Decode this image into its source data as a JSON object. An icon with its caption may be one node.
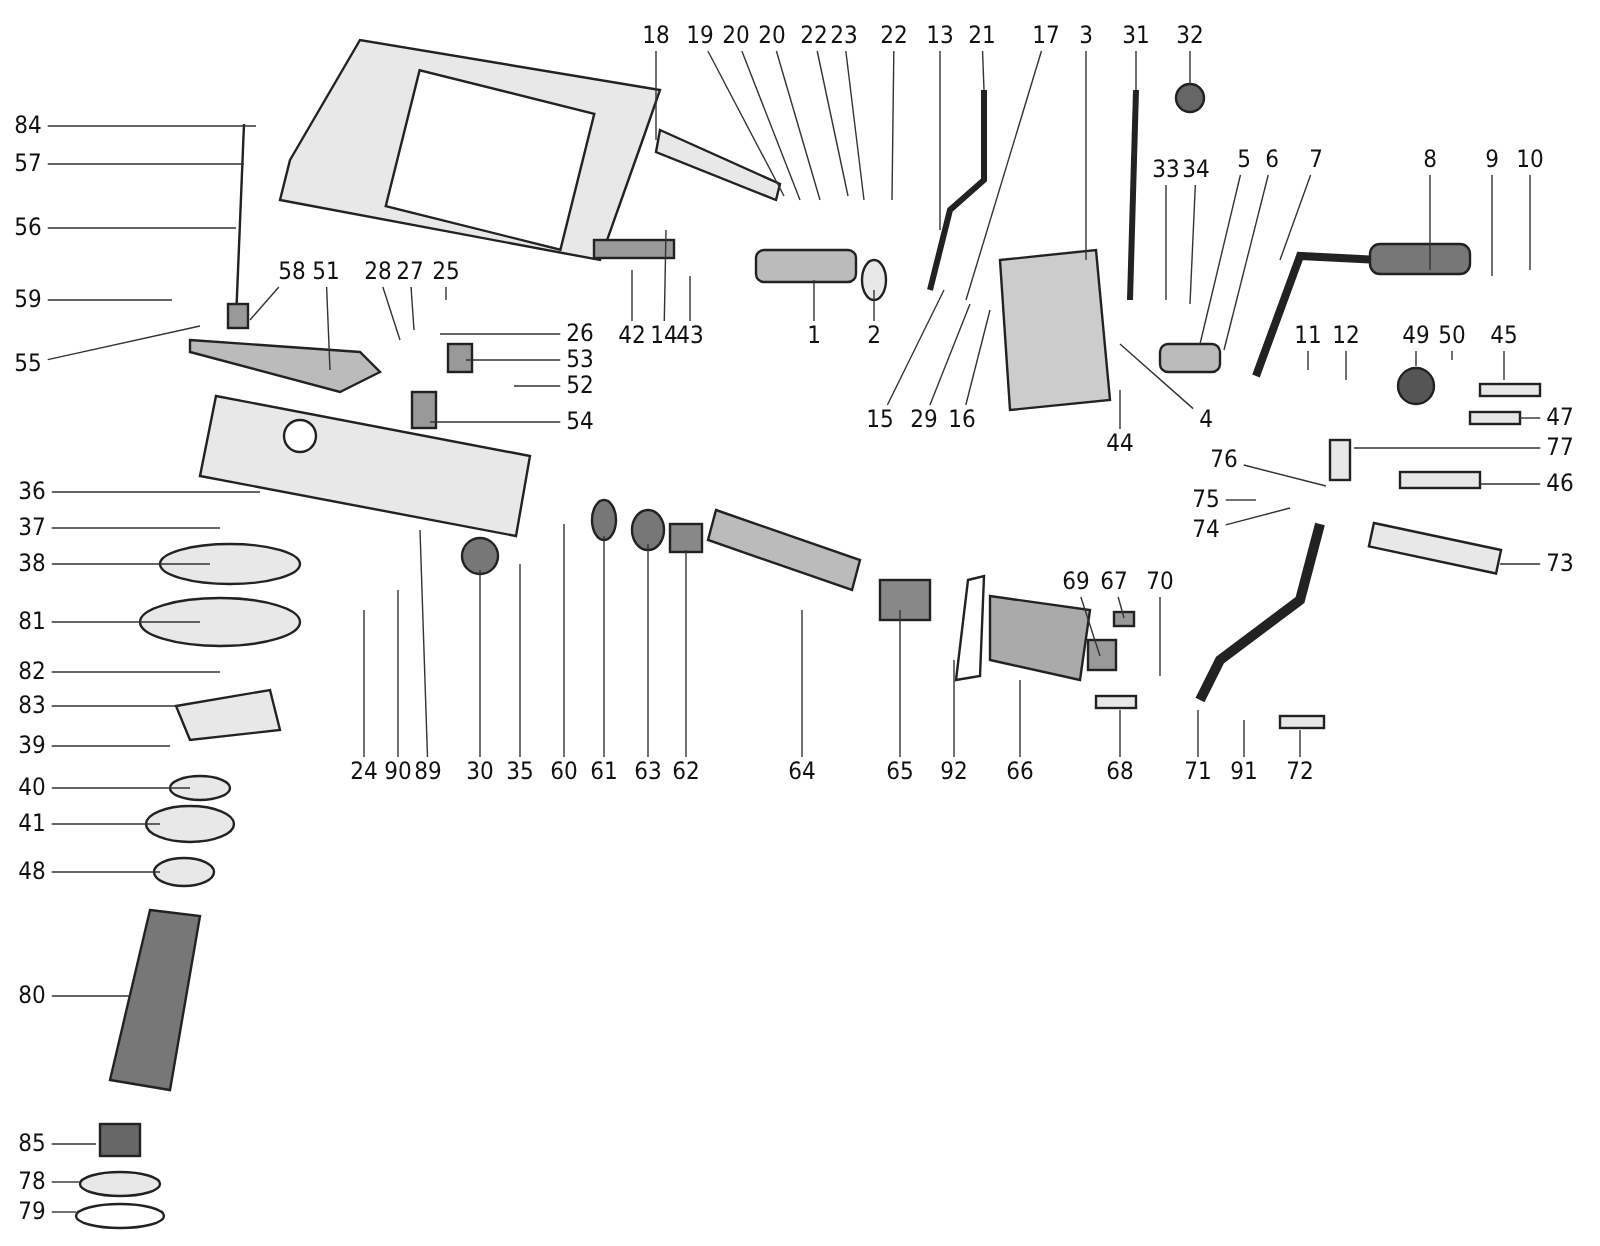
{
  "diagram": {
    "nodes": [
      {
        "text": [
          "18"
        ]
      },
      {
        "text": [
          "19"
        ]
      },
      {
        "text": [
          "20"
        ]
      },
      {
        "text": [
          "20"
        ]
      },
      {
        "text": [
          "22"
        ]
      },
      {
        "text": [
          "23"
        ]
      },
      {
        "text": [
          "22"
        ]
      },
      {
        "text": [
          "13"
        ]
      },
      {
        "text": [
          "21"
        ]
      },
      {
        "text": [
          "17"
        ]
      },
      {
        "text": [
          "3"
        ]
      },
      {
        "text": [
          "31"
        ]
      },
      {
        "text": [
          "32"
        ]
      },
      {
        "text": [
          "84"
        ]
      },
      {
        "text": [
          "57"
        ]
      },
      {
        "text": [
          "56"
        ]
      },
      {
        "text": [
          "59"
        ]
      },
      {
        "text": [
          "55"
        ]
      },
      {
        "text": [
          "58"
        ]
      },
      {
        "text": [
          "51"
        ]
      },
      {
        "text": [
          "28"
        ]
      },
      {
        "text": [
          "27"
        ]
      },
      {
        "text": [
          "25"
        ]
      },
      {
        "text": [
          "26"
        ]
      },
      {
        "text": [
          "53"
        ]
      },
      {
        "text": [
          "52"
        ]
      },
      {
        "text": [
          "54"
        ]
      },
      {
        "text": [
          "42"
        ]
      },
      {
        "text": [
          "14"
        ]
      },
      {
        "text": [
          "43"
        ]
      },
      {
        "text": [
          "1"
        ]
      },
      {
        "text": [
          "2"
        ]
      },
      {
        "text": [
          "15"
        ]
      },
      {
        "text": [
          "29"
        ]
      },
      {
        "text": [
          "16"
        ]
      },
      {
        "text": [
          "44"
        ]
      },
      {
        "text": [
          "4"
        ]
      },
      {
        "text": [
          "33"
        ]
      },
      {
        "text": [
          "34"
        ]
      },
      {
        "text": [
          "5"
        ]
      },
      {
        "text": [
          "6"
        ]
      },
      {
        "text": [
          "7"
        ]
      },
      {
        "text": [
          "8"
        ]
      },
      {
        "text": [
          "9"
        ]
      },
      {
        "text": [
          "10"
        ]
      },
      {
        "text": [
          "11"
        ]
      },
      {
        "text": [
          "12"
        ]
      },
      {
        "text": [
          "49"
        ]
      },
      {
        "text": [
          "50"
        ]
      },
      {
        "text": [
          "45"
        ]
      },
      {
        "text": [
          "47"
        ]
      },
      {
        "text": [
          "77"
        ]
      },
      {
        "text": [
          "76"
        ]
      },
      {
        "text": [
          "46"
        ]
      },
      {
        "text": [
          "75"
        ]
      },
      {
        "text": [
          "74"
        ]
      },
      {
        "text": [
          "73"
        ]
      },
      {
        "text": [
          "36"
        ]
      },
      {
        "text": [
          "37"
        ]
      },
      {
        "text": [
          "38"
        ]
      },
      {
        "text": [
          "81"
        ]
      },
      {
        "text": [
          "82"
        ]
      },
      {
        "text": [
          "83"
        ]
      },
      {
        "text": [
          "39"
        ]
      },
      {
        "text": [
          "40"
        ]
      },
      {
        "text": [
          "41"
        ]
      },
      {
        "text": [
          "48"
        ]
      },
      {
        "text": [
          "80"
        ]
      },
      {
        "text": [
          "85"
        ]
      },
      {
        "text": [
          "78"
        ]
      },
      {
        "text": [
          "79"
        ]
      },
      {
        "text": [
          "24"
        ]
      },
      {
        "text": [
          "90"
        ]
      },
      {
        "text": [
          "89"
        ]
      },
      {
        "text": [
          "30"
        ]
      },
      {
        "text": [
          "35"
        ]
      },
      {
        "text": [
          "60"
        ]
      },
      {
        "text": [
          "61"
        ]
      },
      {
        "text": [
          "63"
        ]
      },
      {
        "text": [
          "62"
        ]
      },
      {
        "text": [
          "64"
        ]
      },
      {
        "text": [
          "65"
        ]
      },
      {
        "text": [
          "92"
        ]
      },
      {
        "text": [
          "66"
        ]
      },
      {
        "text": [
          "69"
        ]
      },
      {
        "text": [
          "67"
        ]
      },
      {
        "text": [
          "70"
        ]
      },
      {
        "text": [
          "68"
        ]
      },
      {
        "text": [
          "71"
        ]
      },
      {
        "text": [
          "91"
        ]
      },
      {
        "text": [
          "72"
        ]
      }
    ],
    "edges": [
      {
        "from": 0,
        "to": null,
        "arrow": "none"
      },
      {
        "from": 1,
        "to": null,
        "arrow": "none"
      },
      {
        "from": 2,
        "to": null,
        "arrow": "none"
      },
      {
        "from": 3,
        "to": null,
        "arrow": "none"
      },
      {
        "from": 4,
        "to": null,
        "arrow": "none"
      },
      {
        "from": 5,
        "to": null,
        "arrow": "none"
      },
      {
        "from": 6,
        "to": null,
        "arrow": "none"
      },
      {
        "from": 7,
        "to": null,
        "arrow": "none"
      },
      {
        "from": 8,
        "to": null,
        "arrow": "none"
      },
      {
        "from": 9,
        "to": null,
        "arrow": "none"
      },
      {
        "from": 10,
        "to": null,
        "arrow": "none"
      },
      {
        "from": 11,
        "to": null,
        "arrow": "none"
      },
      {
        "from": 12,
        "to": null,
        "arrow": "none"
      },
      {
        "from": 13,
        "to": null,
        "arrow": "none"
      },
      {
        "from": 14,
        "to": null,
        "arrow": "none"
      },
      {
        "from": 15,
        "to": null,
        "arrow": "none"
      },
      {
        "from": 16,
        "to": null,
        "arrow": "none"
      },
      {
        "from": 17,
        "to": null,
        "arrow": "none"
      },
      {
        "from": 18,
        "to": null,
        "arrow": "none"
      },
      {
        "from": 19,
        "to": null,
        "arrow": "none"
      },
      {
        "from": 20,
        "to": null,
        "arrow": "none"
      },
      {
        "from": 21,
        "to": null,
        "arrow": "none"
      },
      {
        "from": 22,
        "to": null,
        "arrow": "none"
      },
      {
        "from": 23,
        "to": null,
        "arrow": "none"
      },
      {
        "from": 24,
        "to": null,
        "arrow": "none"
      },
      {
        "from": 25,
        "to": null,
        "arrow": "none"
      },
      {
        "from": 26,
        "to": null,
        "arrow": "none"
      },
      {
        "from": 27,
        "to": null,
        "arrow": "none"
      },
      {
        "from": 28,
        "to": null,
        "arrow": "none"
      },
      {
        "from": 29,
        "to": null,
        "arrow": "none"
      },
      {
        "from": 30,
        "to": null,
        "arrow": "none"
      },
      {
        "from": 31,
        "to": null,
        "arrow": "none"
      },
      {
        "from": 32,
        "to": null,
        "arrow": "none"
      },
      {
        "from": 33,
        "to": null,
        "arrow": "none"
      },
      {
        "from": 34,
        "to": null,
        "arrow": "none"
      },
      {
        "from": 35,
        "to": null,
        "arrow": "none"
      },
      {
        "from": 36,
        "to": null,
        "arrow": "none"
      },
      {
        "from": 37,
        "to": null,
        "arrow": "none"
      },
      {
        "from": 38,
        "to": null,
        "arrow": "none"
      },
      {
        "from": 39,
        "to": null,
        "arrow": "none"
      },
      {
        "from": 40,
        "to": null,
        "arrow": "none"
      },
      {
        "from": 41,
        "to": null,
        "arrow": "none"
      },
      {
        "from": 42,
        "to": null,
        "arrow": "none"
      },
      {
        "from": 43,
        "to": null,
        "arrow": "none"
      },
      {
        "from": 44,
        "to": null,
        "arrow": "none"
      },
      {
        "from": 45,
        "to": null,
        "arrow": "none"
      },
      {
        "from": 46,
        "to": null,
        "arrow": "none"
      },
      {
        "from": 47,
        "to": null,
        "arrow": "none"
      },
      {
        "from": 48,
        "to": null,
        "arrow": "none"
      },
      {
        "from": 49,
        "to": null,
        "arrow": "none"
      },
      {
        "from": 50,
        "to": null,
        "arrow": "none"
      },
      {
        "from": 51,
        "to": null,
        "arrow": "none"
      },
      {
        "from": 52,
        "to": null,
        "arrow": "none"
      },
      {
        "from": 53,
        "to": null,
        "arrow": "none"
      },
      {
        "from": 54,
        "to": null,
        "arrow": "none"
      },
      {
        "from": 55,
        "to": null,
        "arrow": "none"
      },
      {
        "from": 56,
        "to": null,
        "arrow": "none"
      },
      {
        "from": 57,
        "to": null,
        "arrow": "none"
      },
      {
        "from": 58,
        "to": null,
        "arrow": "none"
      },
      {
        "from": 59,
        "to": null,
        "arrow": "none"
      },
      {
        "from": 60,
        "to": null,
        "arrow": "none"
      },
      {
        "from": 61,
        "to": null,
        "arrow": "none"
      },
      {
        "from": 62,
        "to": null,
        "arrow": "none"
      },
      {
        "from": 63,
        "to": null,
        "arrow": "none"
      },
      {
        "from": 64,
        "to": null,
        "arrow": "none"
      },
      {
        "from": 65,
        "to": null,
        "arrow": "none"
      },
      {
        "from": 66,
        "to": null,
        "arrow": "none"
      },
      {
        "from": 67,
        "to": null,
        "arrow": "none"
      },
      {
        "from": 68,
        "to": null,
        "arrow": "none"
      },
      {
        "from": 69,
        "to": null,
        "arrow": "none"
      },
      {
        "from": 70,
        "to": null,
        "arrow": "none"
      },
      {
        "from": 71,
        "to": null,
        "arrow": "none"
      },
      {
        "from": 72,
        "to": null,
        "arrow": "none"
      },
      {
        "from": 73,
        "to": null,
        "arrow": "none"
      },
      {
        "from": 74,
        "to": null,
        "arrow": "none"
      },
      {
        "from": 75,
        "to": null,
        "arrow": "none"
      },
      {
        "from": 76,
        "to": null,
        "arrow": "none"
      },
      {
        "from": 77,
        "to": null,
        "arrow": "none"
      },
      {
        "from": 78,
        "to": null,
        "arrow": "none"
      },
      {
        "from": 79,
        "to": null,
        "arrow": "none"
      },
      {
        "from": 80,
        "to": null,
        "arrow": "none"
      },
      {
        "from": 81,
        "to": null,
        "arrow": "none"
      },
      {
        "from": 82,
        "to": null,
        "arrow": "none"
      },
      {
        "from": 83,
        "to": null,
        "arrow": "none"
      },
      {
        "from": 84,
        "to": null,
        "arrow": "none"
      },
      {
        "from": 85,
        "to": null,
        "arrow": "none"
      },
      {
        "from": 86,
        "to": null,
        "arrow": "none"
      },
      {
        "from": 87,
        "to": null,
        "arrow": "none"
      },
      {
        "from": 88,
        "to": null,
        "arrow": "none"
      },
      {
        "from": 89,
        "to": null,
        "arrow": "none"
      },
      {
        "from": 90,
        "to": null,
        "arrow": "none"
      }
    ]
  }
}
